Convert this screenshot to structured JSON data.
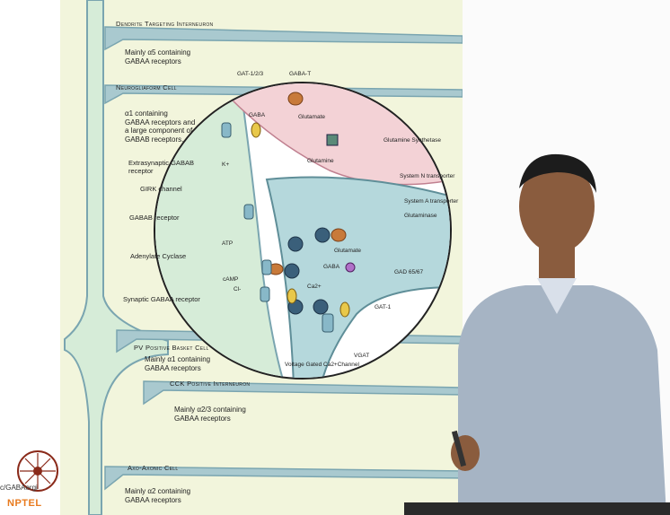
{
  "headers": {
    "dendrite": "Dendrite Targeting Interneuron",
    "neurogliaform": "Neurogliaform Cell",
    "pv": "PV Positive Basket Cell",
    "cck": "CCK Positive Interneuron",
    "axo": "Axo-Axonic Cell"
  },
  "descriptions": {
    "dendrite": "Mainly α5 containing\nGABAA receptors",
    "neurogliaform": "α1 containing\nGABAA receptors and\na large component of\nGABAB receptors.",
    "pv": "Mainly α1 containing\nGABAA receptors",
    "cck": "Mainly α2/3 containing\nGABAA receptors",
    "axo": "Mainly α2 containing\nGABAA receptors"
  },
  "inner": {
    "gat123": "GAT-1/2/3",
    "gabat": "GABA-T",
    "gaba_top": "GABA",
    "glutamate_top": "Glutamate",
    "glutamine": "Glutamine",
    "kplus": "K+",
    "atp": "ATP",
    "camp": "cAMP",
    "cl": "Cl-",
    "ca": "Ca2+",
    "gaba_mid": "GABA",
    "glutamate_mid": "Glutamate"
  },
  "left_labels": {
    "extrasynaptic": "Extrasynaptic GABAB\nreceptor",
    "girk": "GIRK channel",
    "gabab": "GABAB receptor",
    "adenylate": "Adenylate Cyclase",
    "synaptic": "Synaptic GABAA receptor"
  },
  "right_labels": {
    "glutamine_synthetase": "Glutamine Synthetase",
    "system_n": "System N transporter",
    "system_a": "System A transporter",
    "glutaminase": "Glutaminase",
    "gad": "GAD 65/67",
    "gat1": "GAT-1"
  },
  "bottom_labels": {
    "vgat": "VGAT",
    "vgcc": "Voltage Gated Ca2+Channel"
  },
  "logo": {
    "text": "NPTEL",
    "side": "c/GABAergi"
  },
  "colors": {
    "slide_bg": "#f2f5dc",
    "neuron_fill": "#d6ecd8",
    "stripe": "#7aa5b0",
    "glia": "#f3d2d6",
    "terminal": "#b5d8dc",
    "logo": "#e87a1e"
  }
}
